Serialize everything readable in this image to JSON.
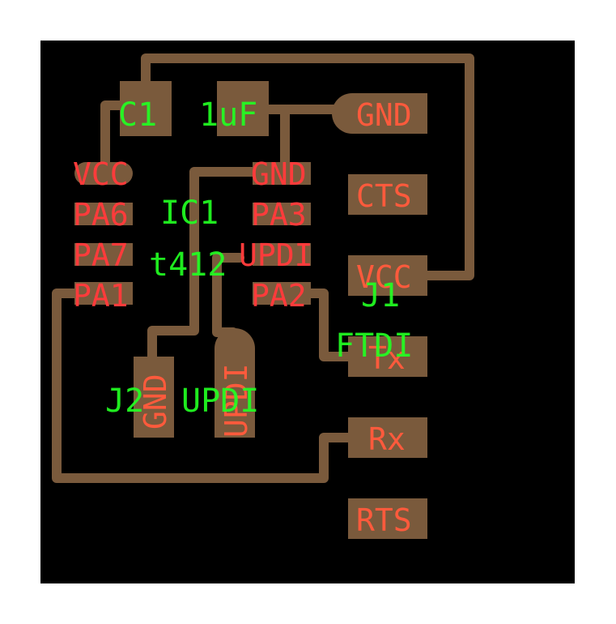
{
  "board": {
    "background_color": "#000000",
    "copper_color": "#7a5a3c",
    "pin_label_color": "#ff3b3b",
    "part_label_color": "#22ff22"
  },
  "c1": {
    "ref": "C1",
    "value": "1uF"
  },
  "ic1": {
    "ref": "IC1",
    "value": "t412",
    "pins_left": [
      "VCC",
      "PA6",
      "PA7",
      "PA1"
    ],
    "pins_right": [
      "GND",
      "PA3",
      "UPDI",
      "PA2"
    ]
  },
  "j1": {
    "ref": "J1",
    "value": "FTDI",
    "pins": [
      "GND",
      "CTS",
      "VCC",
      "Tx",
      "Rx",
      "RTS"
    ]
  },
  "j2": {
    "ref": "J2",
    "value": "UPDI",
    "pins": [
      "GND",
      "UPDI"
    ]
  }
}
